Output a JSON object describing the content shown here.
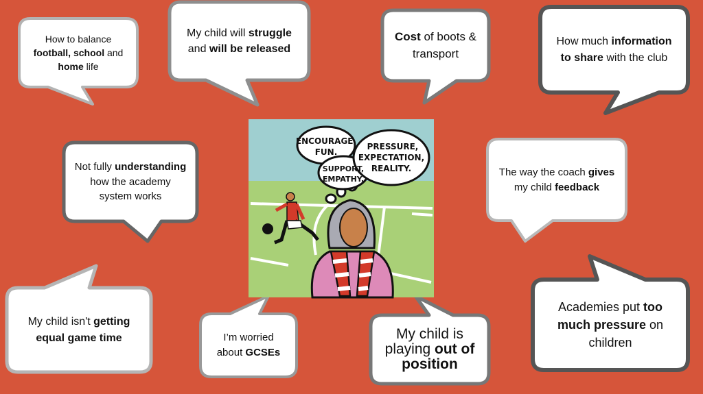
{
  "colors": {
    "background": "#d6553a",
    "sky": "#9fcfd0",
    "grass": "#a9d077"
  },
  "bubbles": [
    {
      "parts": [
        {
          "t": "How to balance ",
          "b": false
        },
        {
          "t": "football, school",
          "b": true
        },
        {
          "t": " and ",
          "b": false
        },
        {
          "t": "home",
          "b": true
        },
        {
          "t": " life",
          "b": false
        }
      ]
    },
    {
      "parts": [
        {
          "t": "My child will ",
          "b": false
        },
        {
          "t": "struggle",
          "b": true
        },
        {
          "t": " and ",
          "b": false
        },
        {
          "t": "will be released",
          "b": true
        }
      ]
    },
    {
      "parts": [
        {
          "t": "Cost",
          "b": true
        },
        {
          "t": " of boots & transport",
          "b": false
        }
      ]
    },
    {
      "parts": [
        {
          "t": "How much ",
          "b": false
        },
        {
          "t": "information to share",
          "b": true
        },
        {
          "t": " with the club",
          "b": false
        }
      ]
    },
    {
      "parts": [
        {
          "t": "Not fully ",
          "b": false
        },
        {
          "t": "understanding",
          "b": true
        },
        {
          "t": " how the academy system works",
          "b": false
        }
      ]
    },
    {
      "parts": [
        {
          "t": "The way the coach ",
          "b": false
        },
        {
          "t": "gives",
          "b": true
        },
        {
          "t": " my child ",
          "b": false
        },
        {
          "t": "feedback",
          "b": true
        }
      ]
    },
    {
      "parts": [
        {
          "t": "My child isn't ",
          "b": false
        },
        {
          "t": "getting equal game time",
          "b": true
        }
      ]
    },
    {
      "parts": [
        {
          "t": "I’m worried about ",
          "b": false
        },
        {
          "t": "GCSEs",
          "b": true
        }
      ]
    },
    {
      "parts": [
        {
          "t": "My child is playing ",
          "b": false
        },
        {
          "t": "out of position",
          "b": true
        }
      ]
    },
    {
      "parts": [
        {
          "t": "Academies put ",
          "b": false
        },
        {
          "t": "too much pressure",
          "b": true
        },
        {
          "t": " on children",
          "b": false
        }
      ]
    }
  ],
  "illustration": {
    "thought_1": [
      "ENCOURAGE,",
      "FUN."
    ],
    "thought_2": [
      "SUPPORT,",
      "EMPATHY."
    ],
    "thought_3": [
      "PRESSURE,",
      "EXPECTATION,",
      "REALITY."
    ]
  }
}
